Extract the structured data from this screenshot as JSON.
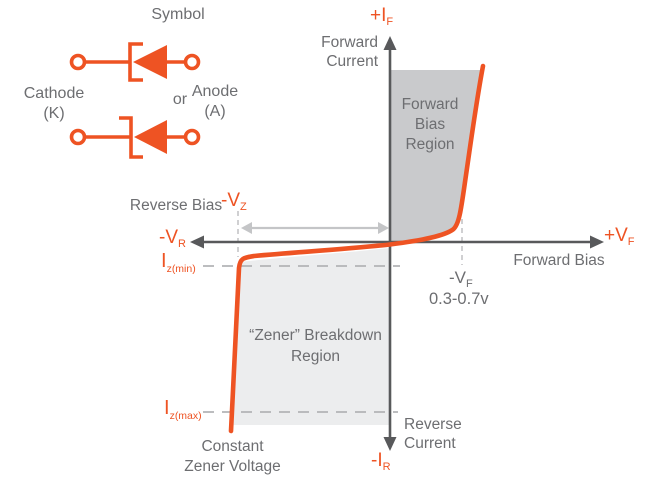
{
  "colors": {
    "accent_orange": "#EE5323",
    "axis_gray": "#58595B",
    "text_gray": "#6D6E71",
    "forward_region_fill": "#C9CACC",
    "zener_region_fill": "#ECEDEE",
    "guide_light_gray": "#C4C5C7",
    "dash_gray": "#B3B4B6"
  },
  "symbol_panel": {
    "title": "Symbol",
    "or": "or",
    "cathode": [
      "Cathode",
      "(K)"
    ],
    "anode": [
      "Anode",
      "(A)"
    ]
  },
  "graph": {
    "axis_labels": {
      "forward_current_axis": {
        "main": "+I",
        "sub": "F"
      },
      "reverse_current_axis": {
        "main": "-I",
        "sub": "R"
      },
      "forward_voltage_axis": {
        "main": "+V",
        "sub": "F"
      },
      "reverse_voltage_axis": {
        "main": "-V",
        "sub": "R"
      },
      "zener_voltage": {
        "main": "-V",
        "sub": "Z"
      },
      "knee_voltage": {
        "main": "-V",
        "sub": "F"
      },
      "iz_min": {
        "main": "I",
        "sub": "z(min)"
      },
      "iz_max": {
        "main": "I",
        "sub": "z(max)"
      }
    },
    "text_labels": {
      "forward_current": [
        "Forward",
        "Current"
      ],
      "reverse_current": [
        "Reverse",
        "Current"
      ],
      "forward_bias": "Forward Bias",
      "reverse_bias": "Reverse Bias",
      "forward_region": [
        "Forward",
        "Bias",
        "Region"
      ],
      "zener_region": [
        "“Zener” Breakdown",
        "Region"
      ],
      "constant_zener": [
        "Constant",
        "Zener Voltage"
      ],
      "knee_voltage_range": "0.3-0.7v"
    }
  }
}
